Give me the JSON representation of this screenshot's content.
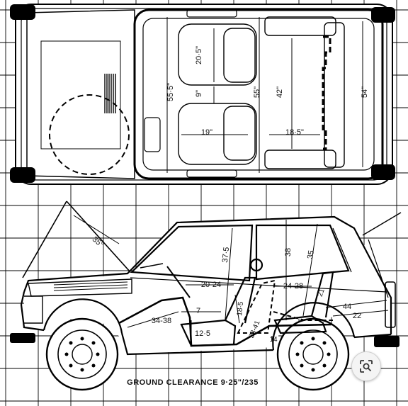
{
  "top_view": {
    "labels": {
      "front_seat_length": "20·5\"",
      "front_seat_width": "19\"",
      "front_headroom_top": "9\"",
      "interior_width_front": "55·5\"",
      "interior_width_rear": "55\"",
      "cargo_length": "42\"",
      "rear_seat_width": "18·5\"",
      "rear_width": "54\""
    }
  },
  "side_view": {
    "labels": {
      "bonnet_angle": "35°",
      "front_headroom": "37·5",
      "rear_headroom_1": "38",
      "rear_headroom_2": "35",
      "front_legroom": "20-24",
      "rear_legroom": "24-28",
      "rear_seat_back": "21",
      "cargo_depth": "44",
      "cargo_floor": "22",
      "pedal_reach": "34-38",
      "knee_height": "7",
      "seat_height": "12·5",
      "cushion_depth": "18·5",
      "seat_adjust": "38-41",
      "floor_step": "14"
    },
    "ground_clearance": "GROUND CLEARANCE 9·25\"/235"
  },
  "toolbar": {
    "lens_icon": "lens-search-icon"
  }
}
